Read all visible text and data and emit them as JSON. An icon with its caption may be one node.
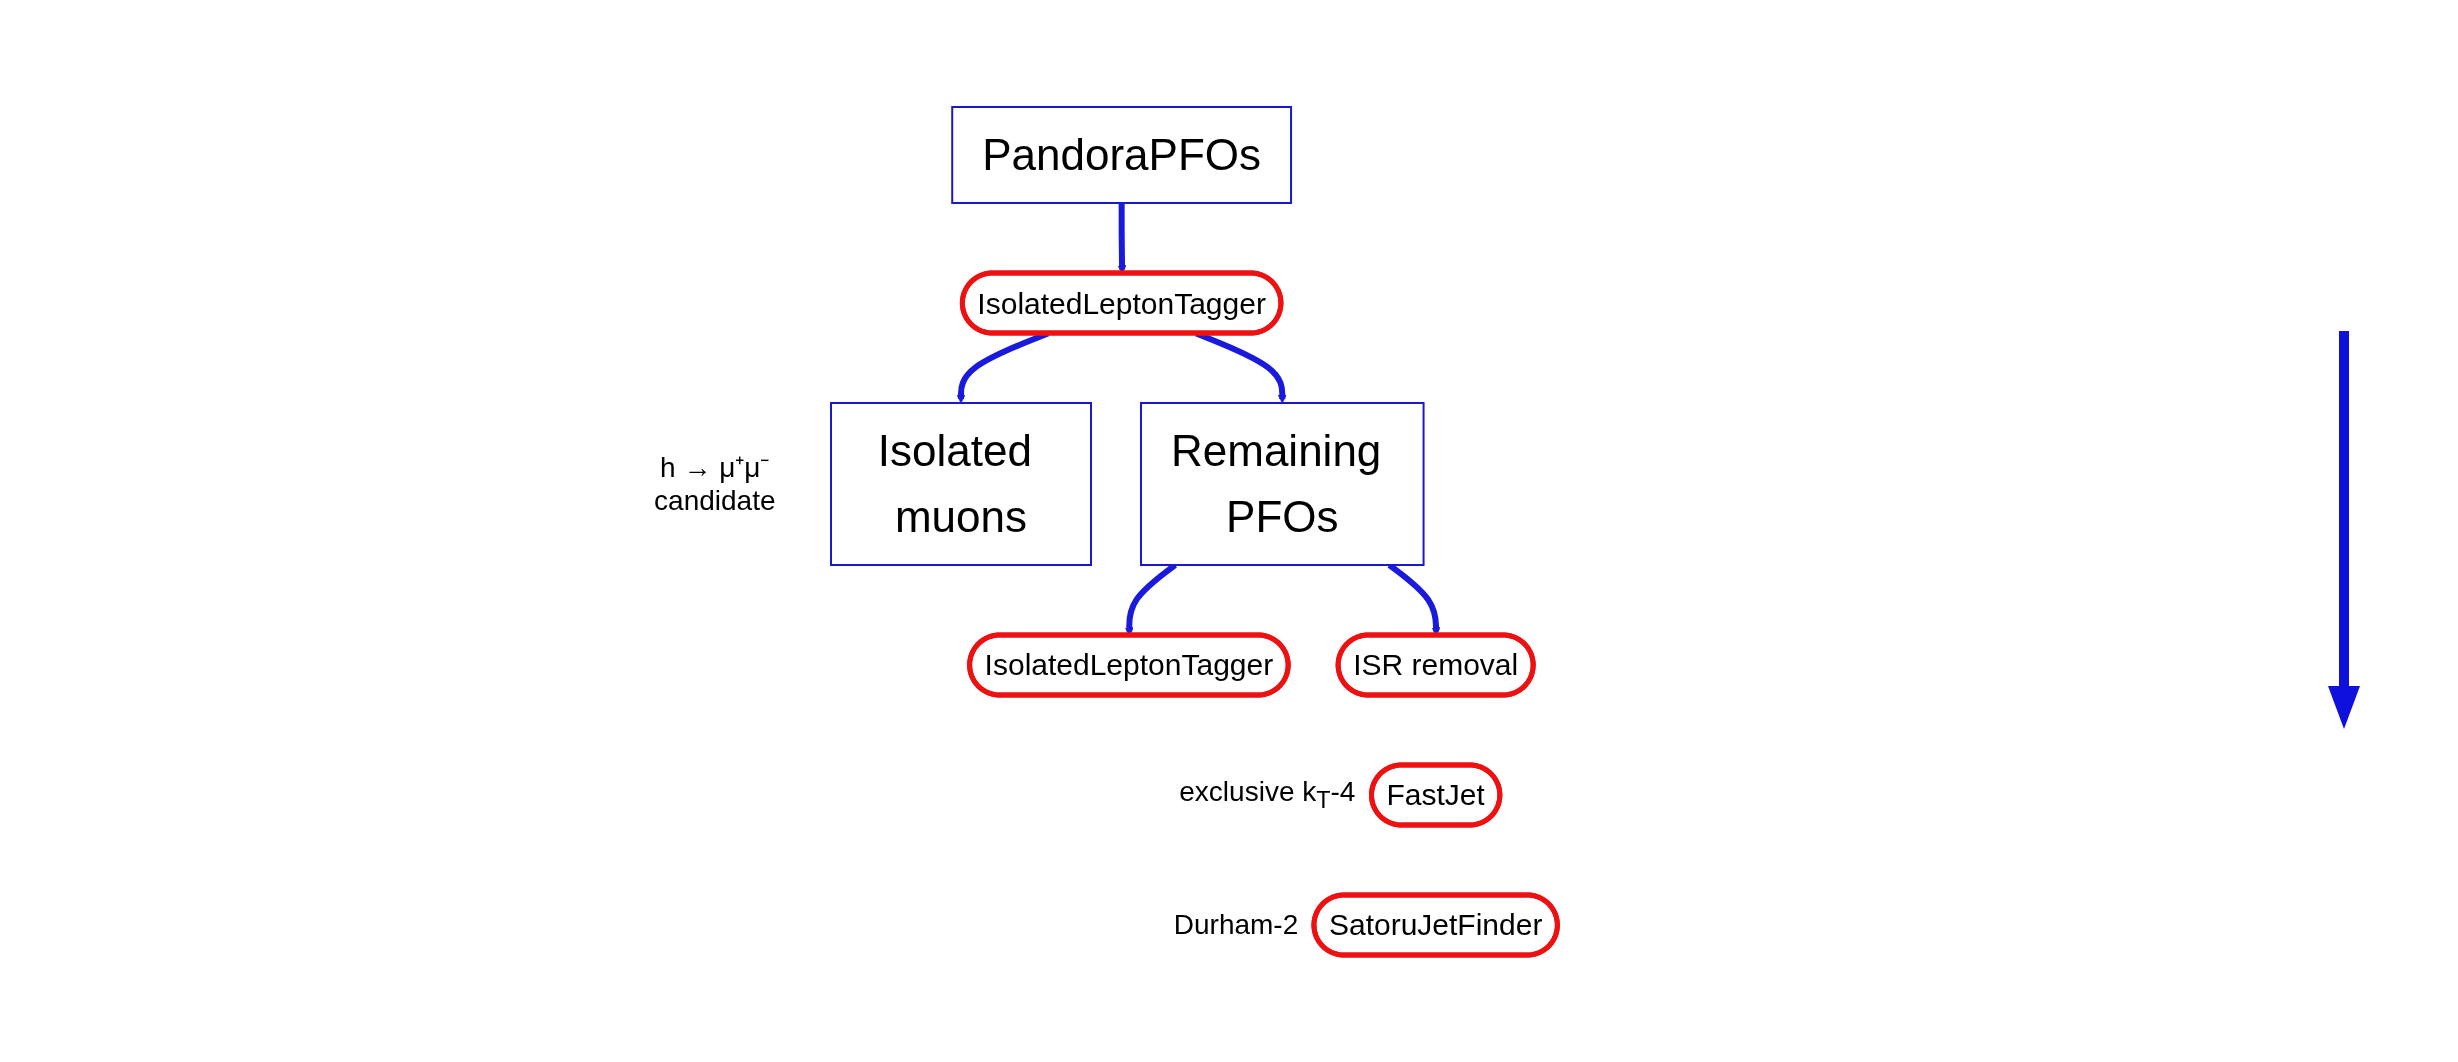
{
  "diagram": {
    "nodes": [
      {
        "text": [
          "PandoraPFOs"
        ]
      },
      {
        "text": [
          "IsolatedLeptonTagger"
        ]
      },
      {
        "text": [
          "Isolated muons"
        ],
        "beside": [
          "h → μ⁺μ⁻ candidate"
        ]
      },
      {
        "text": [
          "Remaining PFOs"
        ]
      },
      {
        "text": [
          "IsolatedLeptonTagger"
        ]
      },
      {
        "text": [
          "ISR removal"
        ]
      },
      {
        "text": [
          "FastJet"
        ],
        "beside": [
          "exclusive k$_{T}$-4"
        ]
      },
      {
        "text": [
          "SatoruJetFinder"
        ],
        "beside": [
          "Durham-2"
        ]
      }
    ],
    "edges": [
      {
        "from": 0,
        "to": 1,
        "arrow": "to"
      },
      {
        "from": 1,
        "to": 2,
        "arrow": "to"
      },
      {
        "from": 1,
        "to": 3,
        "arrow": "to"
      },
      {
        "from": 3,
        "to": 4,
        "arrow": "to"
      },
      {
        "from": 3,
        "to": 5,
        "arrow": "to"
      }
    ]
  }
}
